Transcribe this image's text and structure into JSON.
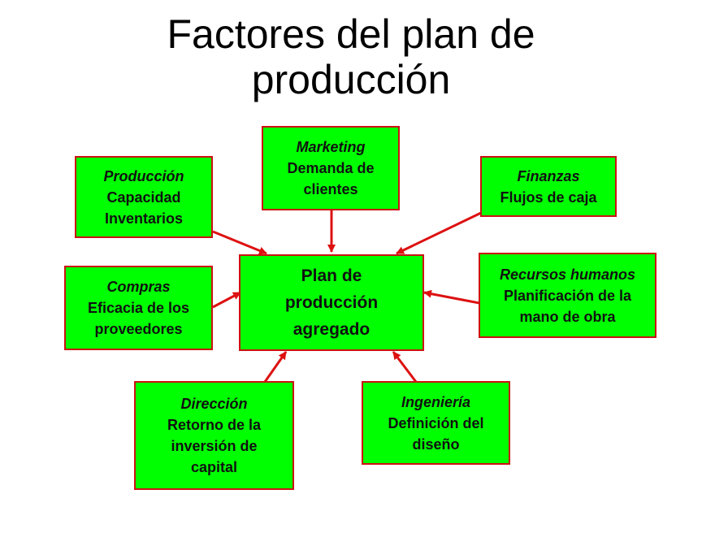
{
  "title_line1": "Factores del plan de",
  "title_line2": "producción",
  "colors": {
    "box_fill": "#00ff00",
    "border": "#cc1111",
    "arrow": "#dd1111"
  },
  "center": {
    "line1": "Plan de",
    "line2": "producción",
    "line3": "agregado"
  },
  "factors": {
    "marketing": {
      "head": "Marketing",
      "line1": "Demanda de",
      "line2": "clientes"
    },
    "produccion": {
      "head": "Producción",
      "line1": "Capacidad",
      "line2": "Inventarios"
    },
    "finanzas": {
      "head": "Finanzas",
      "line1": "Flujos de caja"
    },
    "compras": {
      "head": "Compras",
      "line1": "Eficacia de los",
      "line2": "proveedores"
    },
    "rrhh": {
      "head": "Recursos humanos",
      "line1": "Planificación de la",
      "line2": "mano de obra"
    },
    "direccion": {
      "head": "Dirección",
      "line1": "Retorno de la",
      "line2": "inversión de",
      "line3": "capital"
    },
    "ingenieria": {
      "head": "Ingeniería",
      "line1": "Definición del",
      "line2": "diseño"
    }
  }
}
